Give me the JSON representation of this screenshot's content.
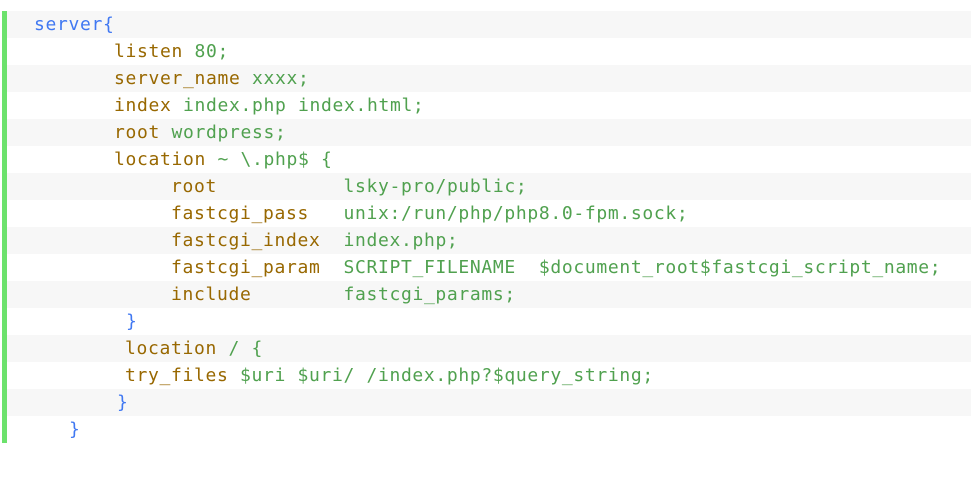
{
  "code_block": {
    "language": "nginx",
    "colors": {
      "keyword": "#986801",
      "value": "#50a14f",
      "brace": "#4078f2",
      "stripe": "#f7f7f7",
      "left_border": "#6ce26c"
    },
    "lines": [
      {
        "kw": "server",
        "val": "",
        "brace": "{"
      },
      {
        "kw": "listen",
        "val": " 80;",
        "brace": ""
      },
      {
        "kw": "server_name",
        "val": " xxxx;",
        "brace": ""
      },
      {
        "kw": "index",
        "val": " index.php index.html;",
        "brace": ""
      },
      {
        "kw": "root",
        "val": " wordpress;",
        "brace": ""
      },
      {
        "kw": "location",
        "val": " ~ \\.php$ {",
        "brace": ""
      },
      {
        "kw": "root",
        "val": "           lsky-pro/public;",
        "brace": ""
      },
      {
        "kw": "fastcgi_pass",
        "val": "   unix:/run/php/php8.0-fpm.sock;",
        "brace": ""
      },
      {
        "kw": "fastcgi_index",
        "val": "  index.php;",
        "brace": ""
      },
      {
        "kw": "fastcgi_param",
        "val": "  SCRIPT_FILENAME  $document_root$fastcgi_script_name;",
        "brace": ""
      },
      {
        "kw": "include",
        "val": "        fastcgi_params;",
        "brace": ""
      },
      {
        "kw": "",
        "val": "",
        "brace": "}"
      },
      {
        "kw": "location",
        "val": " / {",
        "brace": ""
      },
      {
        "kw": "try_files",
        "val": " $uri $uri/ /index.php?$query_string;",
        "brace": ""
      },
      {
        "kw": "",
        "val": "",
        "brace": "}"
      },
      {
        "kw": "",
        "val": "",
        "brace": "}"
      }
    ]
  }
}
